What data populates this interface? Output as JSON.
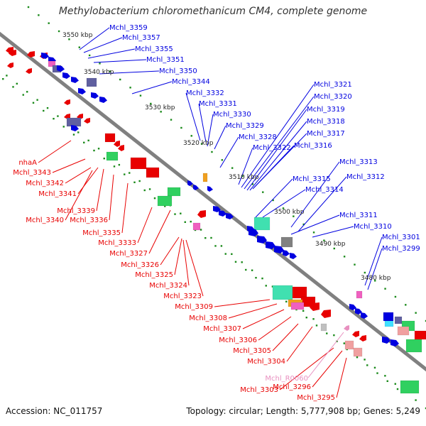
{
  "title": "Methylobacterium chloromethanicum CM4, complete genome",
  "footer": {
    "accession": "Accession: NC_011757",
    "topology": "Topology: circular; Length: 5,777,908 bp; Genes: 5,249"
  },
  "colors": {
    "backbone": "#808080",
    "forward_gene": "#0000e0",
    "reverse_gene": "#e80000",
    "rna": "#e890c0",
    "tick": "#1a8a1a",
    "other_green": "#30d060",
    "other_teal": "#40e0b0",
    "other_pink": "#f060c0",
    "other_orange": "#f0a020",
    "other_gray": "#808080",
    "other_purple": "#6060a0"
  },
  "ticks": [
    "3550 kbp",
    "3540 kbp",
    "3530 kbp",
    "3520 kbp",
    "3510 kbp",
    "3500 kbp",
    "3490 kbp",
    "3480 kbp"
  ],
  "forward_labels": [
    "Mchl_3359",
    "Mchl_3357",
    "Mchl_3355",
    "Mchl_3351",
    "Mchl_3350",
    "Mchl_3344",
    "Mchl_3332",
    "Mchl_3331",
    "Mchl_3330",
    "Mchl_3329",
    "Mchl_3328",
    "Mchl_3322",
    "Mchl_3321",
    "Mchl_3320",
    "Mchl_3319",
    "Mchl_3318",
    "Mchl_3317",
    "Mchl_3316",
    "Mchl_3315",
    "Mchl_3314",
    "Mchl_3313",
    "Mchl_3312",
    "Mchl_3311",
    "Mchl_3310",
    "Mchl_3301",
    "Mchl_3299"
  ],
  "reverse_labels": [
    "nhaA",
    "Mchl_3343",
    "Mchl_3342",
    "Mchl_3341",
    "Mchl_3339",
    "Mchl_3340",
    "Mchl_3336",
    "Mchl_3335",
    "Mchl_3333",
    "Mchl_3327",
    "Mchl_3326",
    "Mchl_3325",
    "Mchl_3324",
    "Mchl_3323",
    "Mchl_3309",
    "Mchl_3308",
    "Mchl_3307",
    "Mchl_3306",
    "Mchl_3305",
    "Mchl_3304",
    "Mchl_R0060",
    "Mchl_3303",
    "Mchl_3296",
    "Mchl_3295"
  ]
}
